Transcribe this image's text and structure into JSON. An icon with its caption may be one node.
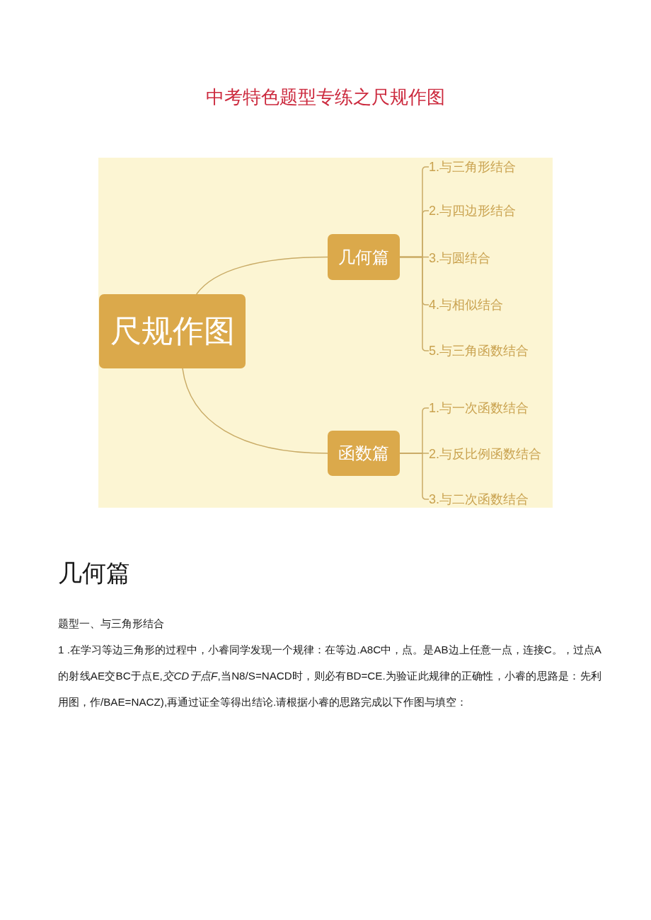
{
  "diagram": {
    "title": "中考特色题型专练之尺规作图",
    "nodes": [
      {
        "text": [
          "尺规作图"
        ]
      },
      {
        "text": [
          "几何篇"
        ]
      },
      {
        "text": [
          "1.与三角形结合"
        ]
      },
      {
        "text": [
          "2.与四边形结合"
        ]
      },
      {
        "text": [
          "3.与圆结合"
        ]
      },
      {
        "text": [
          "4.与相似结合"
        ]
      },
      {
        "text": [
          "5.与三角函数结合"
        ]
      },
      {
        "text": [
          "函数篇"
        ]
      },
      {
        "text": [
          "1.与一次函数结合"
        ]
      },
      {
        "text": [
          "2.与反比例函数结合"
        ]
      },
      {
        "text": [
          "3.与二次函数结合"
        ]
      }
    ],
    "edges": [
      {
        "from": 0,
        "to": 1,
        "arrow": "none"
      },
      {
        "from": 1,
        "to": 2,
        "arrow": "none"
      },
      {
        "from": 1,
        "to": 3,
        "arrow": "none"
      },
      {
        "from": 1,
        "to": 4,
        "arrow": "none"
      },
      {
        "from": 1,
        "to": 5,
        "arrow": "none"
      },
      {
        "from": 1,
        "to": 6,
        "arrow": "none"
      },
      {
        "from": 0,
        "to": 7,
        "arrow": "none"
      },
      {
        "from": 7,
        "to": 8,
        "arrow": "none"
      },
      {
        "from": 7,
        "to": 9,
        "arrow": "none"
      },
      {
        "from": 7,
        "to": 10,
        "arrow": "none"
      }
    ],
    "labels": [
      "几何篇",
      "题型一、与三角形结合",
      "1 .在学习等边三角形的过程中，小睿同学发现一个规律：在等边.A8C中，点。是AB边上任意一点，连接C。，过点A的射线AE交BC于点E,*交CD于点F*,当N8/S=NACD时，则必有BD=CE.为验证此规律的正确性，小睿的思路是：先利用图，作/BAE=NACZ),再通过证全等得出结论.请根据小睿的思路完成以下作图与填空："
    ]
  }
}
